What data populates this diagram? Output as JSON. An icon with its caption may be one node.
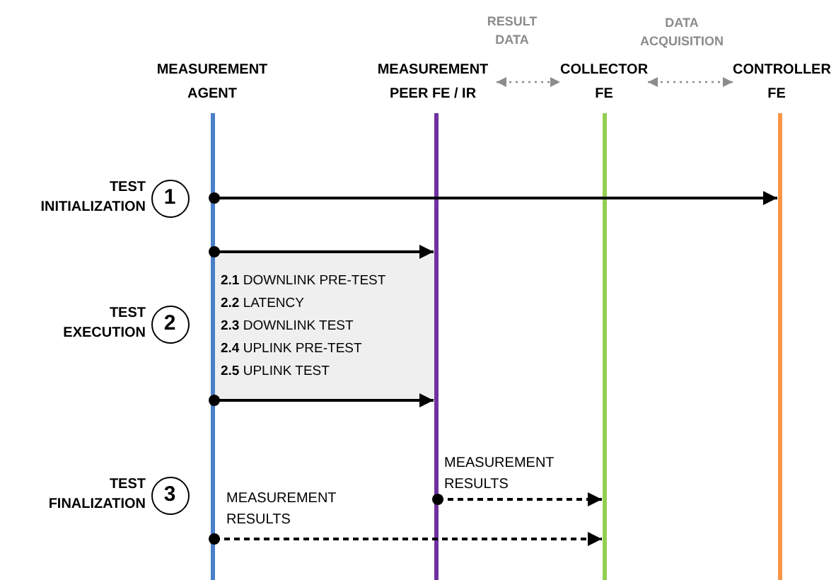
{
  "diagram": {
    "nodes": [
      {
        "text": [
          "MEASUREMENT AGENT"
        ]
      },
      {
        "text": [
          "MEASUREMENT PEER FE / IR"
        ]
      },
      {
        "text": [
          "COLLECTOR FE"
        ]
      },
      {
        "text": [
          "CONTROLLER FE"
        ]
      },
      {
        "text": [],
        "shape": "bar"
      },
      {
        "text": [],
        "shape": "bar"
      },
      {
        "text": [],
        "shape": "bar"
      },
      {
        "text": [],
        "shape": "bar"
      },
      {
        "text": [
          "1"
        ],
        "beside": [
          "TEST INITIALIZATION"
        ]
      },
      {
        "text": [
          "2"
        ],
        "beside": [
          "TEST EXECUTION"
        ]
      },
      {
        "text": [
          "3"
        ],
        "beside": [
          "TEST FINALIZATION"
        ]
      },
      {
        "text": [
          "**2.1** DOWNLINK PRE-TEST",
          "**2.2** LATENCY",
          "**2.3** DOWNLINK TEST",
          "**2.4** UPLINK PRE-TEST",
          "**2.5** UPLINK TEST"
        ]
      }
    ],
    "edges": [
      {
        "from": 1,
        "to": 2,
        "arrow": "both",
        "label": "RESULT DATA",
        "style": "dashed",
        "color": "#8c8c8c"
      },
      {
        "from": 2,
        "to": 3,
        "arrow": "both",
        "label": "DATA ACQUISITION",
        "style": "dashed",
        "color": "#8c8c8c"
      },
      {
        "from": 4,
        "to": 7,
        "arrow": "to"
      },
      {
        "from": 4,
        "to": 5,
        "arrow": "to"
      },
      {
        "from": 4,
        "to": 5,
        "arrow": "to"
      },
      {
        "from": 5,
        "to": 6,
        "arrow": "to",
        "label": "MEASUREMENT RESULTS",
        "style": "dashed"
      },
      {
        "from": 4,
        "to": 6,
        "arrow": "to",
        "label": "MEASUREMENT RESULTS",
        "style": "dashed"
      }
    ]
  }
}
